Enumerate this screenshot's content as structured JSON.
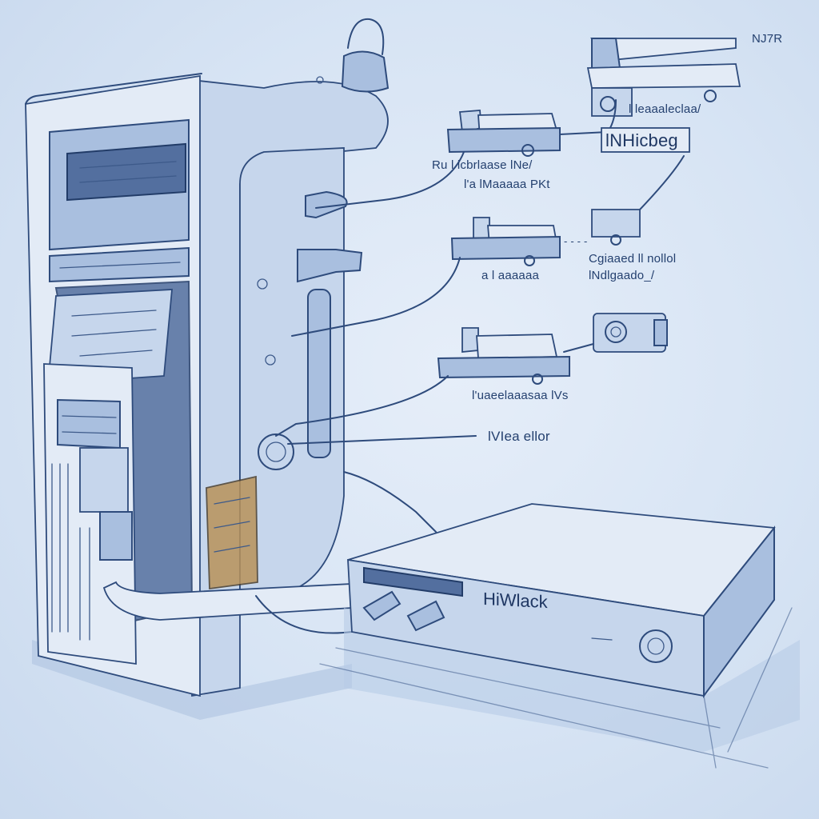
{
  "labels": {
    "corner": "NJ7R",
    "top_callout": "l leaaaleclaa/",
    "boxed_callout": "lNHicbeg",
    "left_callout_1": "Ru l icbrlaase lNe/",
    "left_callout_2": "l'a lMaaaaa PKt",
    "middle_right_1": "Cgiaaed ll nollol",
    "middle_right_2": "lNdlgaado_/",
    "middle_left": "a l aaaaaa",
    "lower_callout": "l'uaeelaaasaa lVs",
    "bottom_callout": "lVIea ellor"
  },
  "device": {
    "brand": "HiWlack"
  },
  "colors": {
    "ink": "#2e4b7c",
    "paper": "#d7e4f4",
    "wash": "#a9bfdf",
    "accent_orange": "#b9925a"
  }
}
